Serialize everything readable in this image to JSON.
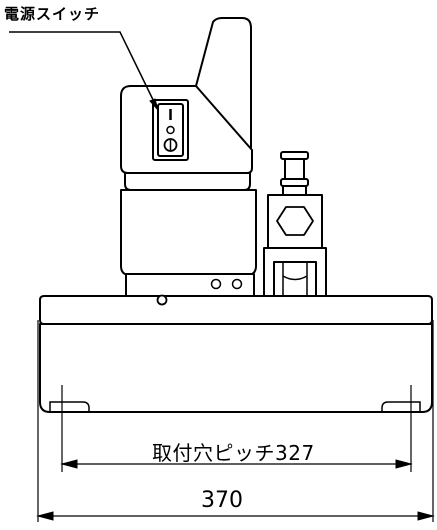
{
  "labels": {
    "power_switch": "電源スイッチ",
    "mounting_hole_pitch": "取付穴ピッチ327",
    "overall_width": "370"
  },
  "colors": {
    "line": "#000000",
    "background": "#ffffff"
  }
}
